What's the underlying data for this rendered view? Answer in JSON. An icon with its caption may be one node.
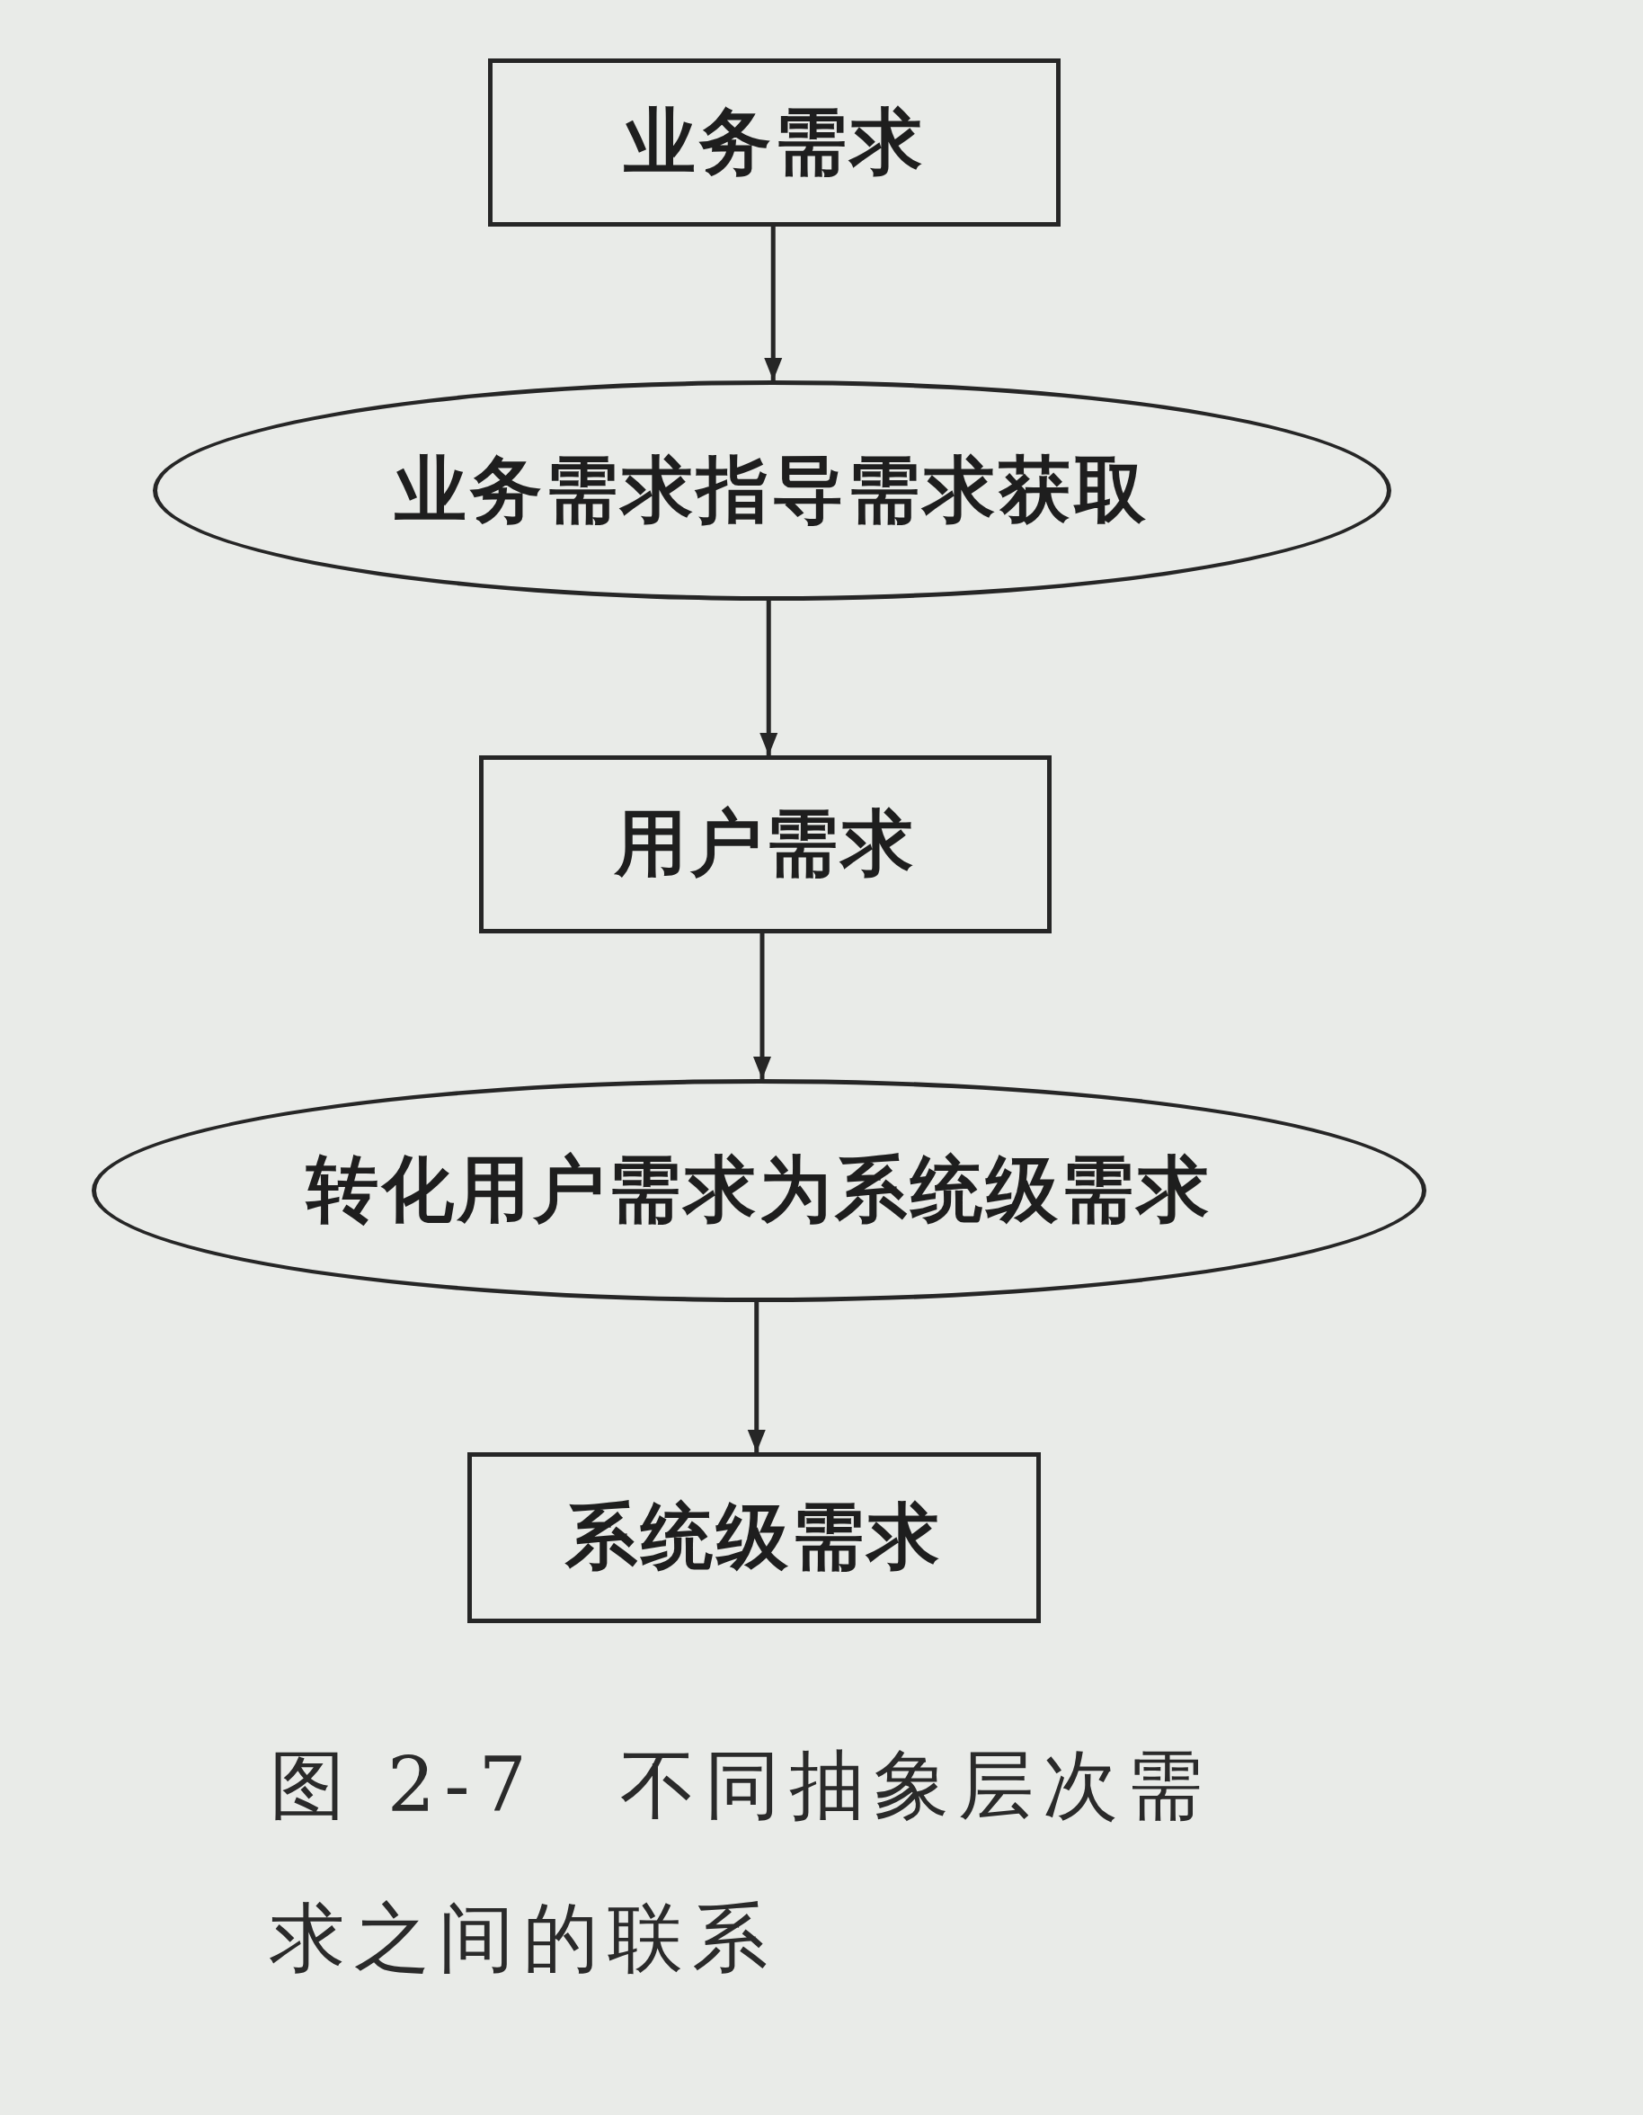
{
  "diagram": {
    "caption": "图 2-7　不同抽象层次需求之间的联系",
    "nodes": [
      {
        "text": [
          "业务需求"
        ]
      },
      {
        "text": [
          "业务需求指导需求获取"
        ]
      },
      {
        "text": [
          "用户需求"
        ]
      },
      {
        "text": [
          "转化用户需求为系统级需求"
        ]
      },
      {
        "text": [
          "系统级需求"
        ]
      }
    ],
    "edges": [
      {
        "from": 0,
        "to": 1,
        "arrow": "to"
      },
      {
        "from": 1,
        "to": 2,
        "arrow": "to"
      },
      {
        "from": 2,
        "to": 3,
        "arrow": "to"
      },
      {
        "from": 3,
        "to": 4,
        "arrow": "to"
      }
    ]
  }
}
